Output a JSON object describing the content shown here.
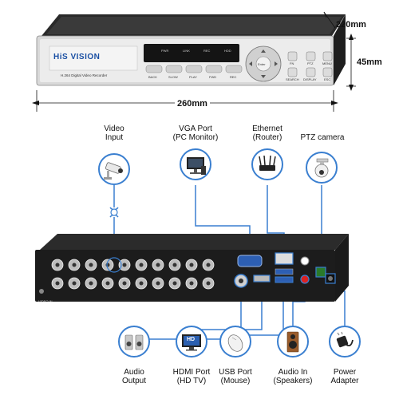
{
  "front_panel": {
    "brand": "HiS VISION",
    "model_text": "H.264 Digital Video Recorder",
    "leds": [
      "PWR",
      "LINK",
      "REC",
      "HDD"
    ],
    "buttons": [
      "BACK",
      "SLOW",
      "PLAY",
      "FWD",
      "REC"
    ],
    "right_buttons_top": [
      "FN",
      "PTZ",
      "MENU"
    ],
    "right_buttons_bottom": [
      "SEARCH",
      "DISPLAY",
      "ESC"
    ],
    "center_key": "Enter"
  },
  "dimensions": {
    "depth": "220mm",
    "height": "45mm",
    "width": "260mm"
  },
  "rear_panel": {
    "side_label": "VIDEO IN"
  },
  "top_labels": [
    {
      "name": "Video",
      "sub": "Input"
    },
    {
      "name": "VGA Port",
      "sub": "(PC Monitor)"
    },
    {
      "name": "Ethernet",
      "sub": "(Router)"
    },
    {
      "name": "PTZ camera",
      "sub": ""
    }
  ],
  "bottom_labels": [
    {
      "name": "Audio",
      "sub": "Output"
    },
    {
      "name": "HDMI Port",
      "sub": "(HD TV)"
    },
    {
      "name": "USB Port",
      "sub": "(Mouse)"
    },
    {
      "name": "Audio In",
      "sub": "(Speakers)"
    },
    {
      "name": "Power",
      "sub": "Adapter"
    }
  ],
  "hd_badge": "HD",
  "colors": {
    "connector_line": "#3a7fd0",
    "device_body": "#1c1c1c",
    "front_panel": "#e6e6e6"
  }
}
